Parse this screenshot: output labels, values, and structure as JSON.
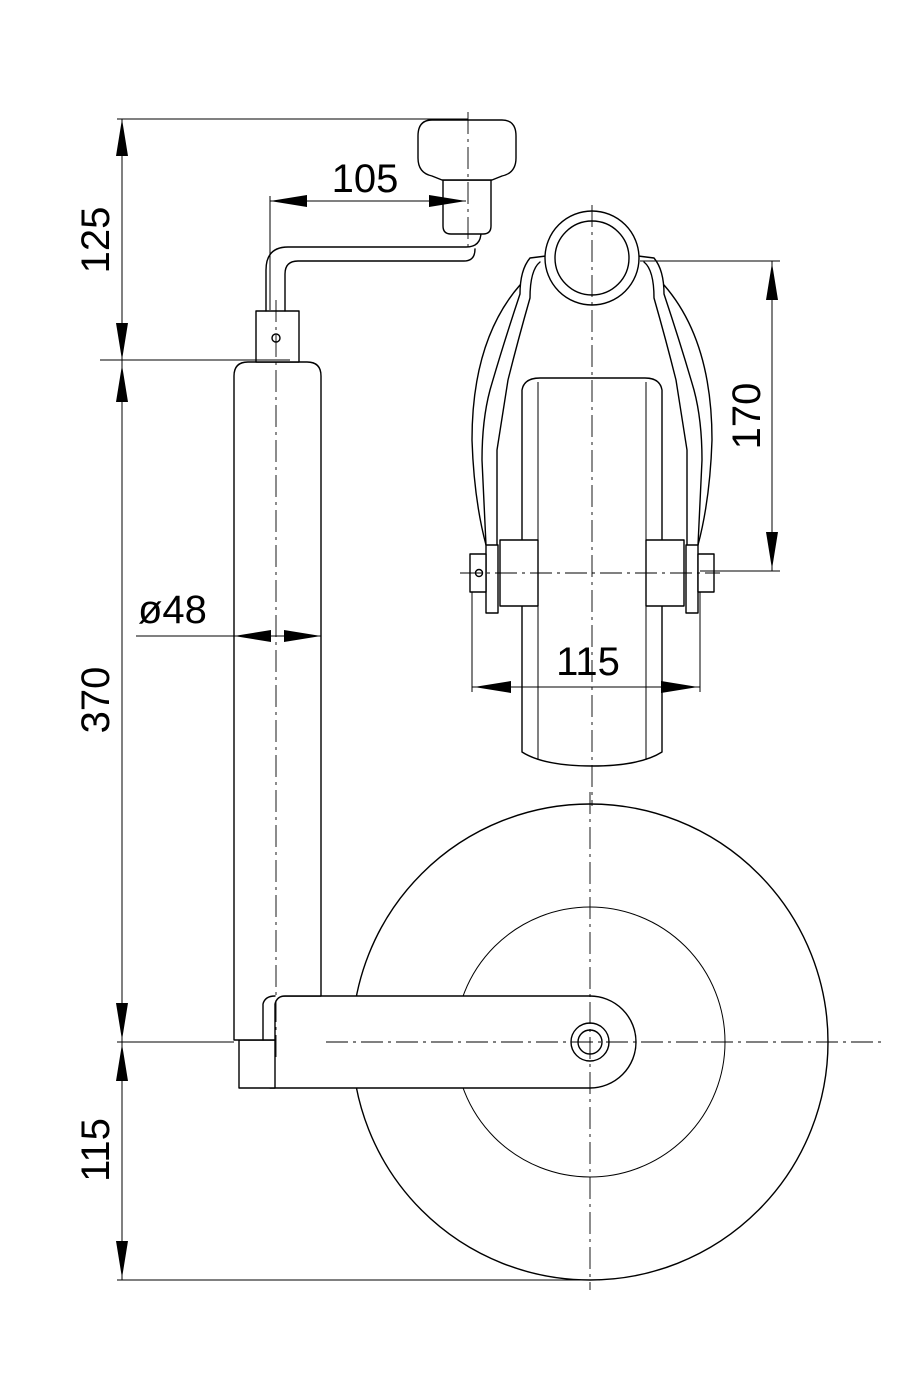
{
  "dimensions": {
    "crank_height": "125",
    "crank_offset": "105",
    "tube_length": "370",
    "tube_diameter": "ø48",
    "wheel_radius": "115",
    "fork_height": "170",
    "wheel_width": "115"
  }
}
